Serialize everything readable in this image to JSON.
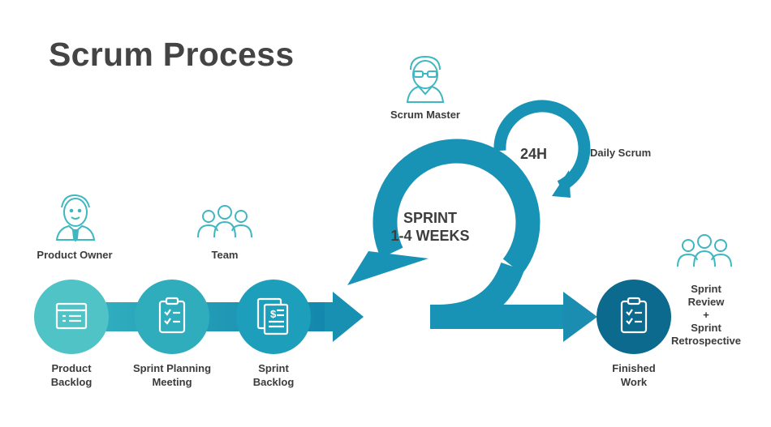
{
  "title": "Scrum Process",
  "roles": {
    "scrum_master": "Scrum Master",
    "product_owner": "Product Owner",
    "team": "Team",
    "daily_scrum": "Daily Scrum"
  },
  "cycle": {
    "daily_time": "24H",
    "sprint_line1": "SPRINT",
    "sprint_line2": "1-4 WEEKS"
  },
  "steps": {
    "product_backlog": [
      "Product",
      "Backlog"
    ],
    "sprint_planning": [
      "Sprint Planning",
      "Meeting"
    ],
    "sprint_backlog": [
      "Sprint",
      "Backlog"
    ],
    "finished_work": [
      "Finished",
      "Work"
    ]
  },
  "review": [
    "Sprint",
    "Review",
    "+",
    "Sprint",
    "Retrospective"
  ],
  "colors": {
    "teal_light": "#4fc3c6",
    "teal_mid": "#2aa6b8",
    "teal_blue": "#1491b3",
    "navy": "#0b6a8e",
    "icon_outline": "#3fb7c1"
  },
  "icons": {
    "scrum_master": "scrum-master-person-icon",
    "product_owner": "product-owner-person-icon",
    "team": "team-group-icon",
    "review": "review-group-icon",
    "product_backlog": "backlog-list-icon",
    "sprint_planning": "clipboard-checklist-icon",
    "sprint_backlog": "documents-dollar-icon",
    "finished_work": "clipboard-checklist-icon"
  }
}
